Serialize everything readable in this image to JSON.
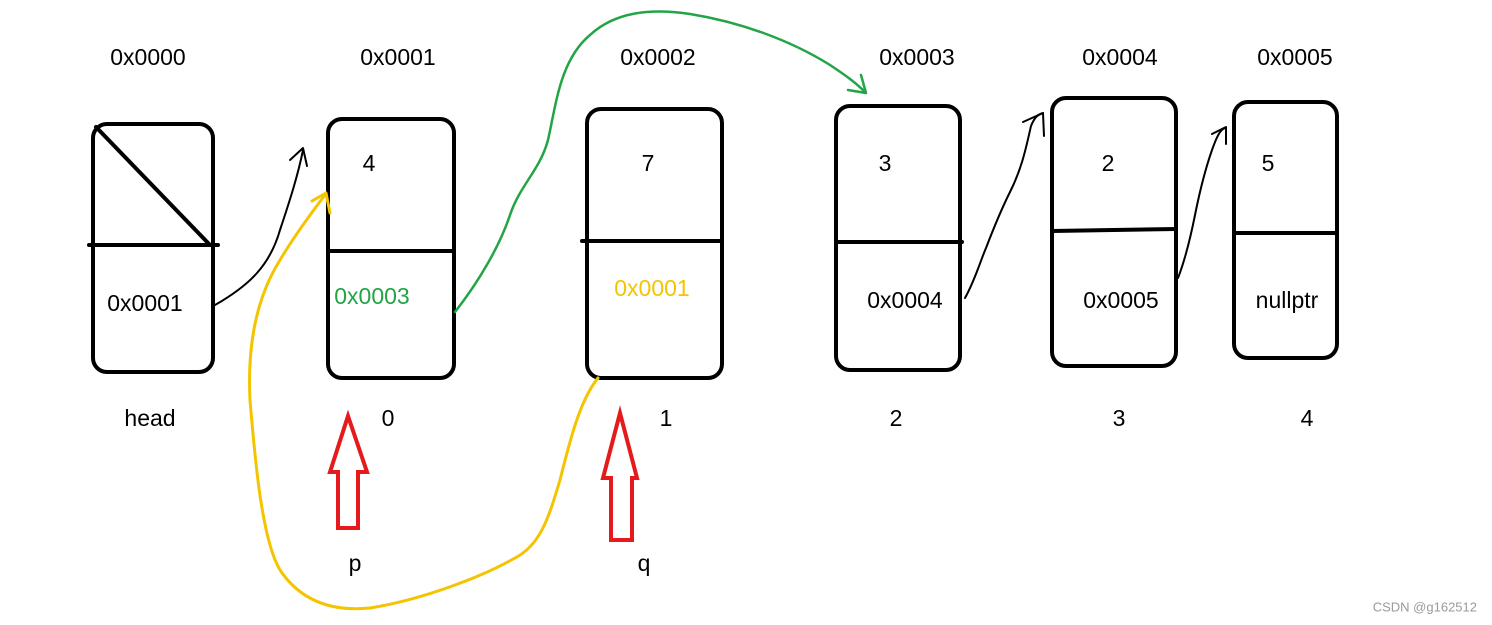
{
  "addresses": [
    "0x0000",
    "0x0001",
    "0x0002",
    "0x0003",
    "0x0004",
    "0x0005"
  ],
  "nodes": [
    {
      "index_label": "head",
      "next": "0x0001"
    },
    {
      "index_label": "0",
      "data": "4",
      "next": "0x0003"
    },
    {
      "index_label": "1",
      "data": "7",
      "next": "0x0001"
    },
    {
      "index_label": "2",
      "data": "3",
      "next": "0x0004"
    },
    {
      "index_label": "3",
      "data": "2",
      "next": "0x0005"
    },
    {
      "index_label": "4",
      "data": "5",
      "next": "nullptr"
    }
  ],
  "pointers": [
    {
      "label": "p"
    },
    {
      "label": "q"
    }
  ],
  "watermark": "CSDN @g162512",
  "colors": {
    "ink": "#000000",
    "red_arrow": "#e41a1c",
    "green_link": "#22a447",
    "yellow_link": "#f5c400",
    "watermark": "#9a9a9a"
  }
}
